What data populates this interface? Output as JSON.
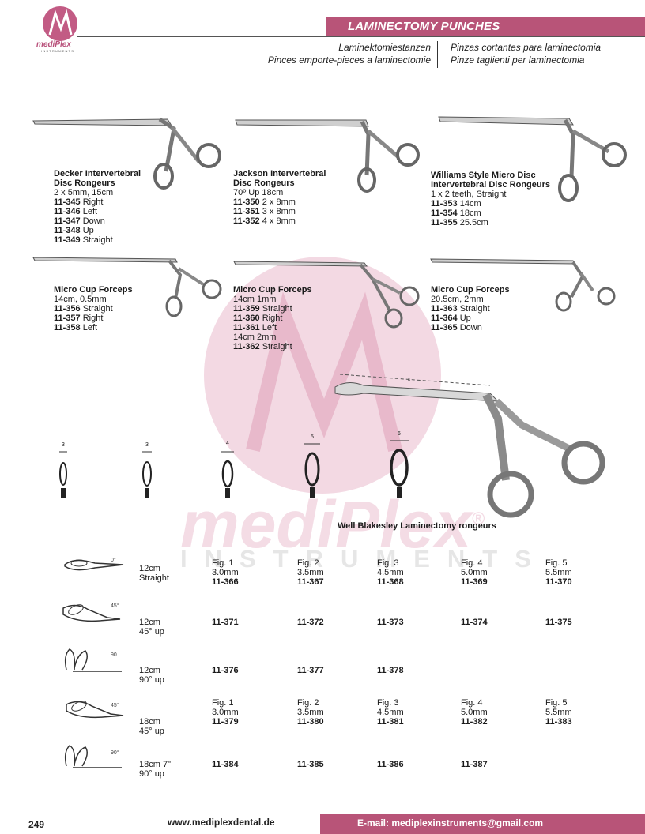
{
  "header": {
    "title": "LAMINECTOMY PUNCHES",
    "german": "Laminektomiestanzen",
    "french": "Pinces emporte-pieces a laminectomie",
    "spanish": "Pinzas cortantes para laminectomia",
    "italian": "Pinze taglienti per laminectomia"
  },
  "logo": {
    "word": "mediPlex",
    "sub": "INSTRUMENTS"
  },
  "watermark": {
    "word": "mediPlex",
    "registered": "®",
    "sub": "INSTRUMENTS"
  },
  "products": [
    {
      "name": "Decker Intervertebral",
      "name2": "Disc Rongeurs",
      "spec": "2 x 5mm, 15cm",
      "items": [
        {
          "code": "11-345",
          "label": "Right"
        },
        {
          "code": "11-346",
          "label": "Left"
        },
        {
          "code": "11-347",
          "label": "Down"
        },
        {
          "code": "11-348",
          "label": "Up"
        },
        {
          "code": "11-349",
          "label": "Straight"
        }
      ]
    },
    {
      "name": "Jackson Intervertebral",
      "name2": "Disc Rongeurs",
      "spec": "70º Up 18cm",
      "items": [
        {
          "code": "11-350",
          "label": "2 x 8mm"
        },
        {
          "code": "11-351",
          "label": "3 x 8mm"
        },
        {
          "code": "11-352",
          "label": "4 x 8mm"
        }
      ]
    },
    {
      "name": "Williams Style Micro Disc",
      "name2": "Intervertebral Disc Rongeurs",
      "spec": "1 x 2 teeth, Straight",
      "items": [
        {
          "code": "11-353",
          "label": "14cm"
        },
        {
          "code": "11-354",
          "label": "18cm"
        },
        {
          "code": "11-355",
          "label": "25.5cm"
        }
      ]
    },
    {
      "name": "Micro Cup Forceps",
      "spec": "14cm, 0.5mm",
      "items": [
        {
          "code": "11-356",
          "label": "Straight"
        },
        {
          "code": "11-357",
          "label": "Right"
        },
        {
          "code": "11-358",
          "label": "Left"
        }
      ]
    },
    {
      "name": "Micro Cup Forceps",
      "spec": "14cm 1mm",
      "items": [
        {
          "code": "11-359",
          "label": "Straight"
        },
        {
          "code": "11-360",
          "label": "Right"
        },
        {
          "code": "11-361",
          "label": "Left"
        }
      ],
      "spec2": "14cm 2mm",
      "items2": [
        {
          "code": "11-362",
          "label": "Straight"
        }
      ]
    },
    {
      "name": "Micro Cup Forceps",
      "spec": "20.5cm, 2mm",
      "items": [
        {
          "code": "11-363",
          "label": "Straight"
        },
        {
          "code": "11-364",
          "label": "Up"
        },
        {
          "code": "11-365",
          "label": "Down"
        }
      ]
    }
  ],
  "blakesley": {
    "caption": "Well Blakesley Laminectomy rongeurs",
    "tip_labels": [
      "3",
      "3",
      "4",
      "5",
      "6"
    ]
  },
  "table": {
    "rows": [
      {
        "size": "12cm",
        "angle": "Straight",
        "icon_label": "0°",
        "figs": [
          "Fig. 1",
          "Fig. 2",
          "Fig. 3",
          "Fig. 4",
          "Fig. 5"
        ],
        "mm": [
          "3.0mm",
          "3.5mm",
          "4.5mm",
          "5.0mm",
          "5.5mm"
        ],
        "codes": [
          "11-366",
          "11-367",
          "11-368",
          "11-369",
          "11-370"
        ]
      },
      {
        "size": "12cm",
        "angle": "45° up",
        "icon_label": "45°",
        "codes": [
          "11-371",
          "11-372",
          "11-373",
          "11-374",
          "11-375"
        ]
      },
      {
        "size": "12cm",
        "angle": "90° up",
        "icon_label": "90",
        "codes": [
          "11-376",
          "11-377",
          "11-378"
        ]
      },
      {
        "size": "18cm",
        "angle": "45° up",
        "icon_label": "45°",
        "figs": [
          "Fig. 1",
          "Fig. 2",
          "Fig. 3",
          "Fig. 4",
          "Fig. 5"
        ],
        "mm": [
          "3.0mm",
          "3.5mm",
          "4.5mm",
          "5.0mm",
          "5.5mm"
        ],
        "codes": [
          "11-379",
          "11-380",
          "11-381",
          "11-382",
          "11-383"
        ]
      },
      {
        "size": "18cm 7\"",
        "angle": "90° up",
        "icon_label": "90°",
        "codes": [
          "11-384",
          "11-385",
          "11-386",
          "11-387"
        ]
      }
    ]
  },
  "footer": {
    "page": "249",
    "website": "www.mediplexdental.de",
    "email": "E-mail: mediplexinstruments@gmail.com"
  },
  "colors": {
    "accent": "#b85478",
    "watermark": "#f3d9e3"
  }
}
